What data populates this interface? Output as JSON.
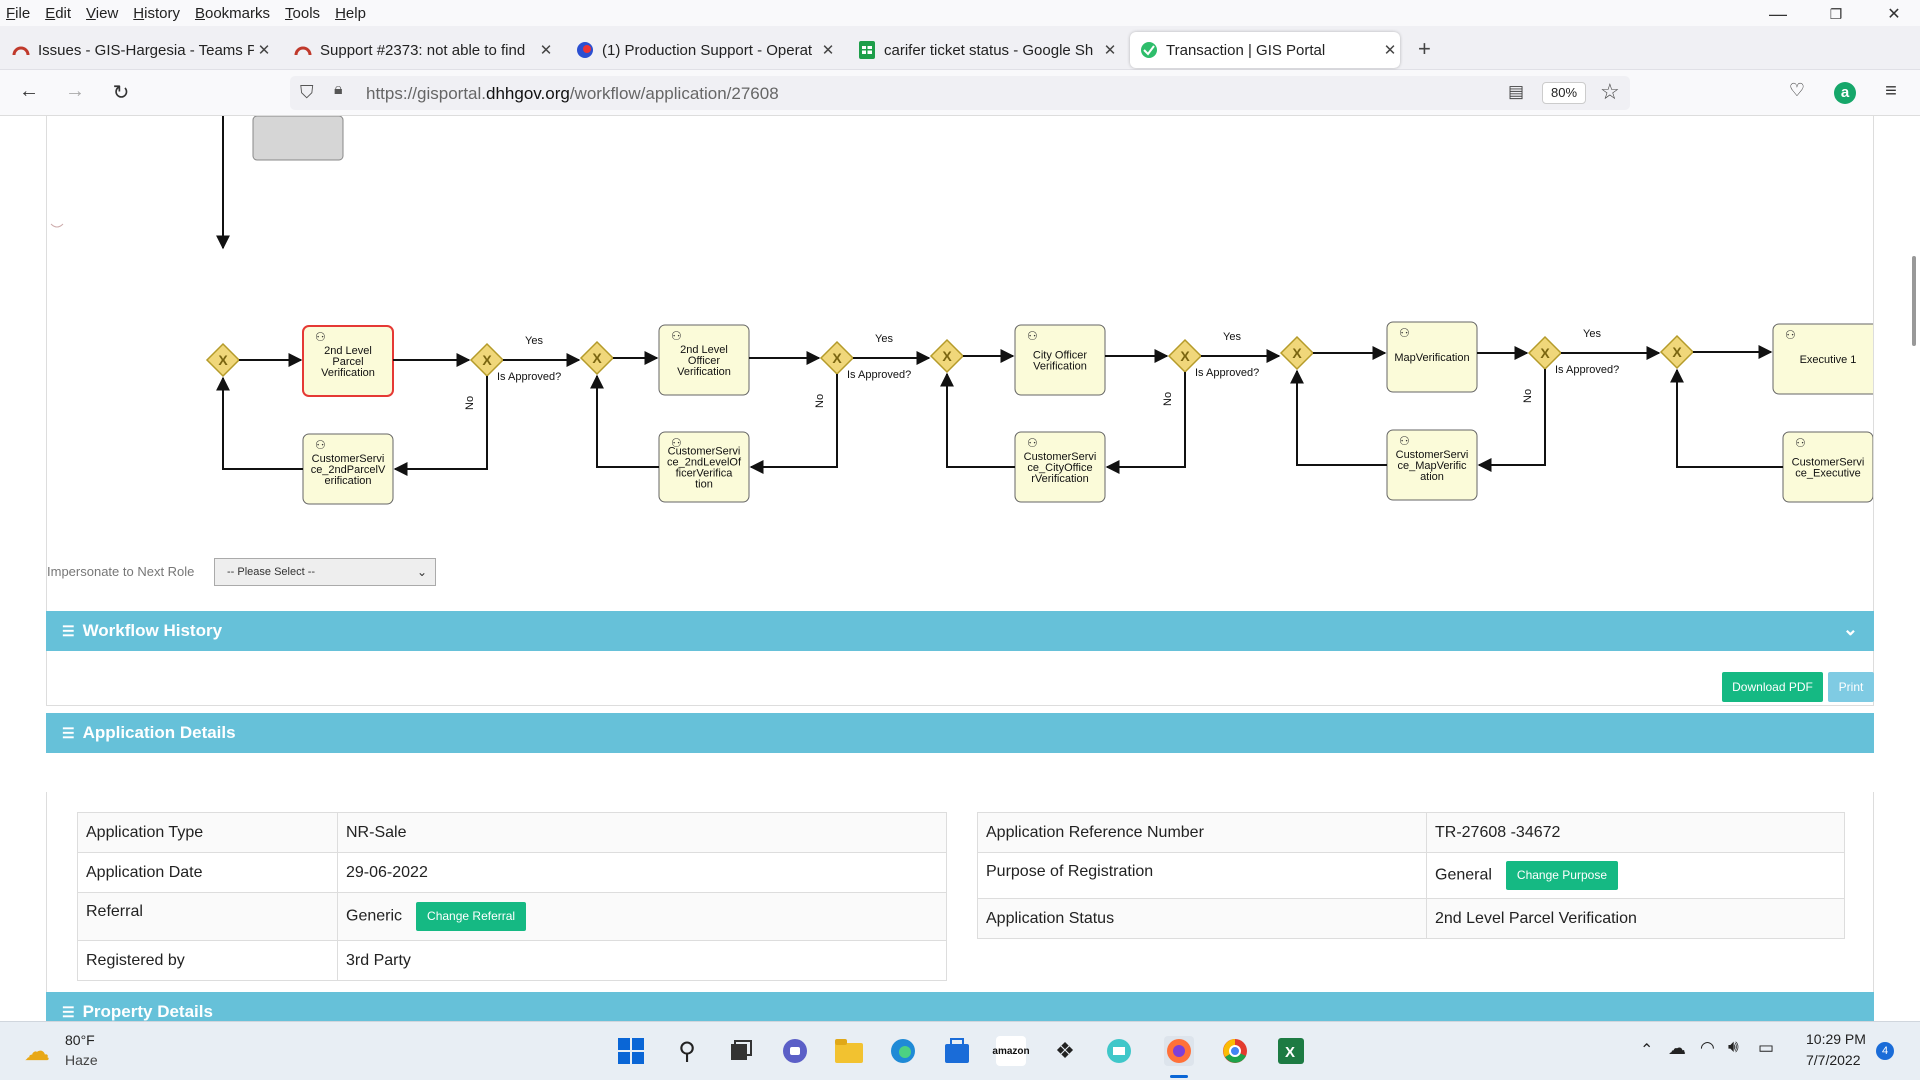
{
  "menu": [
    "File",
    "Edit",
    "View",
    "History",
    "Bookmarks",
    "Tools",
    "Help"
  ],
  "window_controls": {
    "minimize": "—",
    "restore": "❐",
    "close": "✕"
  },
  "tabs": [
    {
      "title": "Issues - GIS-Hargesia - Teams P",
      "close": "✕",
      "active": false
    },
    {
      "title": "Support #2373: not able to find",
      "close": "✕",
      "active": false
    },
    {
      "title": "(1) Production Support - Operat",
      "close": "✕",
      "active": false
    },
    {
      "title": "carifer ticket status - Google Sh",
      "close": "✕",
      "active": false
    },
    {
      "title": "Transaction | GIS Portal",
      "close": "✕",
      "active": true
    }
  ],
  "new_tab": "+",
  "address": {
    "prefix": "https://gisportal.",
    "domain": "dhhgov.org",
    "path": "/workflow/application/27608",
    "zoom": "80%"
  },
  "workflow": {
    "tasks": [
      "2nd Level Parcel Verification",
      "2nd Level Officer Verification",
      "City Officer Verification",
      "MapVerification",
      "Executive 1"
    ],
    "cs_tasks": [
      "CustomerService_2ndParcelVerification",
      "CustomerService_2ndLevelOfficerVerification",
      "CustomerService_CityOfficerVerification",
      "CustomerService_MapVerification",
      "CustomerService_Executive"
    ],
    "yes": "Yes",
    "no": "No",
    "question": "Is Approved?",
    "gateway_mark": "X"
  },
  "impersonate": {
    "label": "Impersonate to Next Role",
    "placeholder": "-- Please Select --"
  },
  "workflow_history": {
    "title": "Workflow History"
  },
  "buttons": {
    "download_pdf": "Download PDF",
    "print": "Print"
  },
  "application_details": {
    "title": "Application Details",
    "left": [
      {
        "label": "Application Type",
        "value": "NR-Sale"
      },
      {
        "label": "Application Date",
        "value": "29-06-2022"
      },
      {
        "label": "Referral",
        "value": "Generic",
        "button": "Change Referral"
      },
      {
        "label": "Registered by",
        "value": "3rd Party"
      }
    ],
    "right": [
      {
        "label": "Application Reference Number",
        "value": "TR-27608 -34672"
      },
      {
        "label": "Purpose of Registration",
        "value": "General",
        "button": "Change Purpose"
      },
      {
        "label": "Application Status",
        "value": "2nd Level Parcel Verification"
      }
    ]
  },
  "property_details": {
    "title": "Property Details"
  },
  "taskbar": {
    "weather_temp": "80°F",
    "weather_desc": "Haze",
    "time": "10:29 PM",
    "date": "7/7/2022",
    "notifications": "4"
  }
}
